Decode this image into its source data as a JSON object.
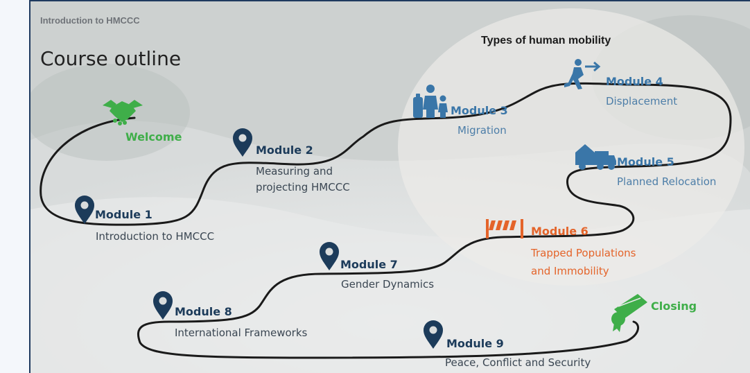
{
  "header": {
    "brand": "Introduction to HMCCC",
    "title": "Course outline"
  },
  "mobility_heading": "Types of human mobility",
  "colors": {
    "navy": "#1c3b5a",
    "blue": "#3a76a8",
    "orange": "#e4642a",
    "green": "#3fae49",
    "path": "#1a1a1a"
  },
  "welcome": {
    "label": "Welcome",
    "icon": "handshake-icon"
  },
  "closing": {
    "label": "Closing",
    "icon": "diploma-icon"
  },
  "modules": [
    {
      "id": "m1",
      "title": "Module 1",
      "desc1": "Introduction to HMCCC",
      "desc2": "",
      "icon": "map-pin-icon"
    },
    {
      "id": "m2",
      "title": "Module 2",
      "desc1": "Measuring and",
      "desc2": "projecting HMCCC",
      "icon": "map-pin-icon"
    },
    {
      "id": "m3",
      "title": "Module 3",
      "desc1": "Migration",
      "desc2": "",
      "icon": "family-luggage-icon"
    },
    {
      "id": "m4",
      "title": "Module 4",
      "desc1": "Displacement",
      "desc2": "",
      "icon": "running-person-icon"
    },
    {
      "id": "m5",
      "title": "Module 5",
      "desc1": "Planned Relocation",
      "desc2": "",
      "icon": "moving-truck-icon"
    },
    {
      "id": "m6",
      "title": "Module 6",
      "desc1": "Trapped Populations",
      "desc2": "and Immobility",
      "icon": "barrier-icon"
    },
    {
      "id": "m7",
      "title": "Module 7",
      "desc1": "Gender Dynamics",
      "desc2": "",
      "icon": "map-pin-icon"
    },
    {
      "id": "m8",
      "title": "Module 8",
      "desc1": "International Frameworks",
      "desc2": "",
      "icon": "map-pin-icon"
    },
    {
      "id": "m9",
      "title": "Module 9",
      "desc1": "Peace, Conflict and Security",
      "desc2": "",
      "icon": "map-pin-icon"
    }
  ]
}
